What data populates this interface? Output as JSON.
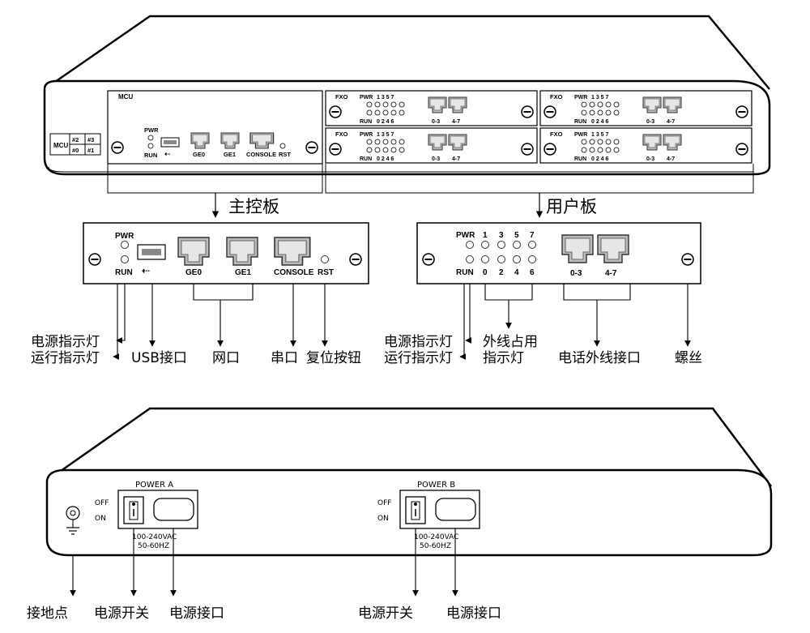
{
  "front": {
    "mcu": {
      "title": "MCU",
      "pwr": "PWR",
      "run": "RUN",
      "ge0": "GE0",
      "ge1": "GE1",
      "console": "CONSOLE",
      "rst": "RST"
    },
    "slot_label": {
      "name": "MCU",
      "n3": "#3",
      "n2": "#2",
      "n1": "#1",
      "n0": "#0"
    },
    "fxo": {
      "title": "FXO",
      "pwr": "PWR",
      "run": "RUN",
      "top_nums": "1 3 5 7",
      "bottom_nums": "0 2 4 6",
      "port_a": "0-3",
      "port_b": "4-7"
    }
  },
  "section_labels": {
    "main_board": "主控板",
    "user_board": "用户板"
  },
  "mcu_panel": {
    "pwr": "PWR",
    "run": "RUN",
    "ge0": "GE0",
    "ge1": "GE1",
    "console": "CONSOLE",
    "rst": "RST"
  },
  "user_panel": {
    "pwr": "PWR",
    "run": "RUN",
    "n1": "1",
    "n3": "3",
    "n5": "5",
    "n7": "7",
    "n0": "0",
    "n2": "2",
    "n4": "4",
    "n6": "6",
    "port_a": "0-3",
    "port_b": "4-7"
  },
  "annotations": {
    "power_led": "电源指示灯",
    "run_led": "运行指示灯",
    "usb": "USB接口",
    "network": "网口",
    "serial": "串口",
    "reset": "复位按钮",
    "user_power_led": "电源指示灯",
    "user_run_led": "运行指示灯",
    "line_busy_1": "外线占用",
    "line_busy_2": "指示灯",
    "phone_line": "电话外线接口",
    "screw": "螺丝"
  },
  "rear": {
    "power_a": "POWER A",
    "power_b": "POWER B",
    "off": "OFF",
    "on": "ON",
    "voltage": "100-240VAC",
    "freq": "50-60HZ"
  },
  "rear_annotations": {
    "ground": "接地点",
    "switch_a": "电源开关",
    "socket_a": "电源接口",
    "switch_b": "电源开关",
    "socket_b": "电源接口"
  }
}
